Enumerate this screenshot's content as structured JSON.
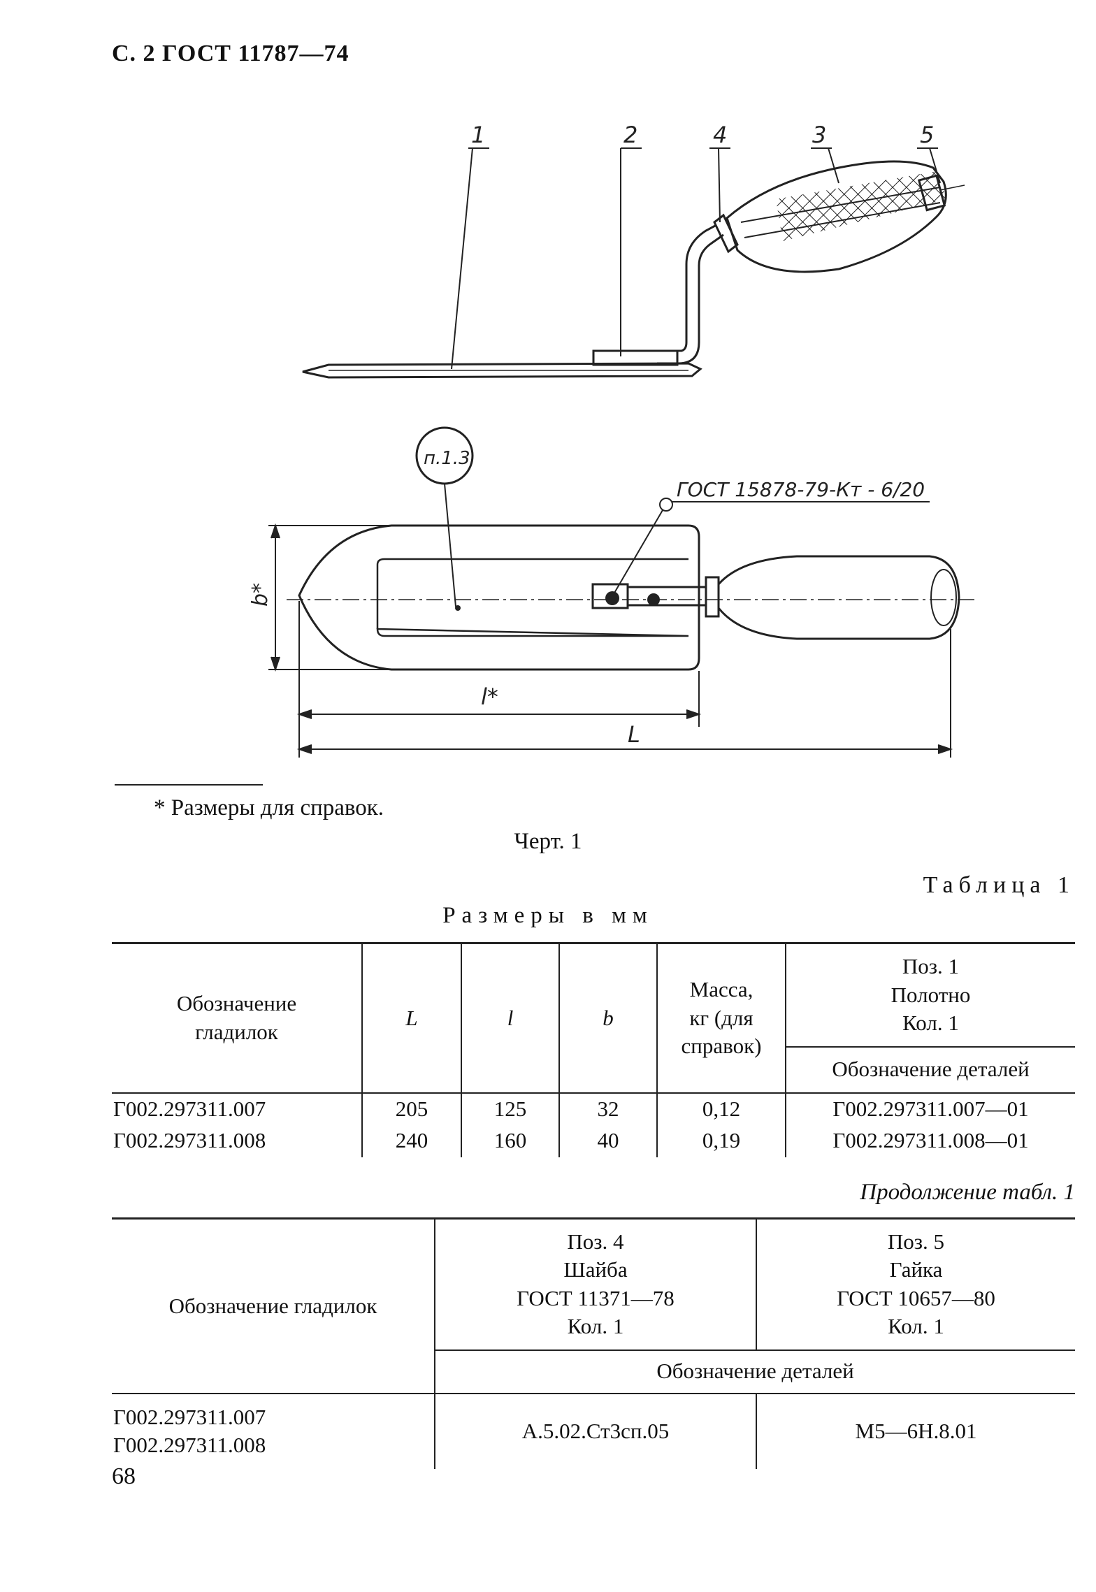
{
  "header": "С. 2 ГОСТ 11787—74",
  "drawing": {
    "callouts": [
      "1",
      "2",
      "4",
      "3",
      "5"
    ],
    "circle_label": "п.1.3",
    "weld_note": "ГОСТ 15878-79-Кт - 6/20",
    "dim_b": "b*",
    "dim_l_star": "l*",
    "dim_L": "L"
  },
  "footnote": "* Размеры для справок.",
  "figure_caption": "Черт. 1",
  "table1": {
    "title": "Таблица 1",
    "units": "Размеры в мм",
    "headers": {
      "designation": "Обозначение\nгладилок",
      "L": "L",
      "l": "l",
      "b": "b",
      "mass": "Масса,\nкг (для\nсправок)",
      "pos1": "Поз. 1\nПолотно\nКол. 1",
      "parts": "Обозначение деталей"
    },
    "rows": [
      {
        "designation": "Г002.297311.007",
        "L": "205",
        "l": "125",
        "b": "32",
        "mass": "0,12",
        "part": "Г002.297311.007—01"
      },
      {
        "designation": "Г002.297311.008",
        "L": "240",
        "l": "160",
        "b": "40",
        "mass": "0,19",
        "part": "Г002.297311.008—01"
      }
    ]
  },
  "table1_cont": {
    "title": "Продолжение табл. 1",
    "headers": {
      "designation": "Обозначение гладилок",
      "pos4": "Поз. 4\nШайба\nГОСТ 11371—78\nКол. 1",
      "pos5": "Поз. 5\nГайка\nГОСТ 10657—80\nКол. 1",
      "parts": "Обозначение деталей"
    },
    "designations": "Г002.297311.007\nГ002.297311.008",
    "washer": "А.5.02.Ст3сп.05",
    "nut": "М5—6Н.8.01"
  },
  "page_number": "68"
}
